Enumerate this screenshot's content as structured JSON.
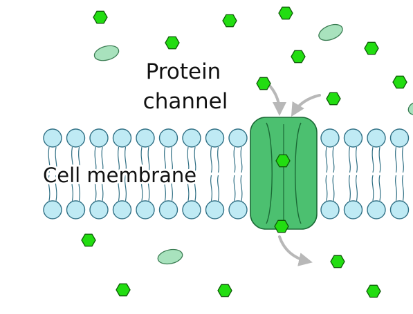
{
  "labels": {
    "protein_line1": "Protein",
    "protein_line2": "channel",
    "membrane": "Cell membrane"
  },
  "colors": {
    "molecule_small": "#22dd11",
    "molecule_small_stroke": "#0e5c08",
    "molecule_large": "#a8e2bd",
    "molecule_large_stroke": "#3a7c52",
    "phospholipid_head": "#bfeaf4",
    "phospholipid_head_stroke": "#2f6f84",
    "channel_fill": "#4cc070",
    "channel_stroke": "#1b6a36",
    "arrow": "#b8b8b8",
    "label_text": "#111111"
  },
  "molecules": {
    "small_shape": "hexagon",
    "large_shape": "ellipse"
  }
}
